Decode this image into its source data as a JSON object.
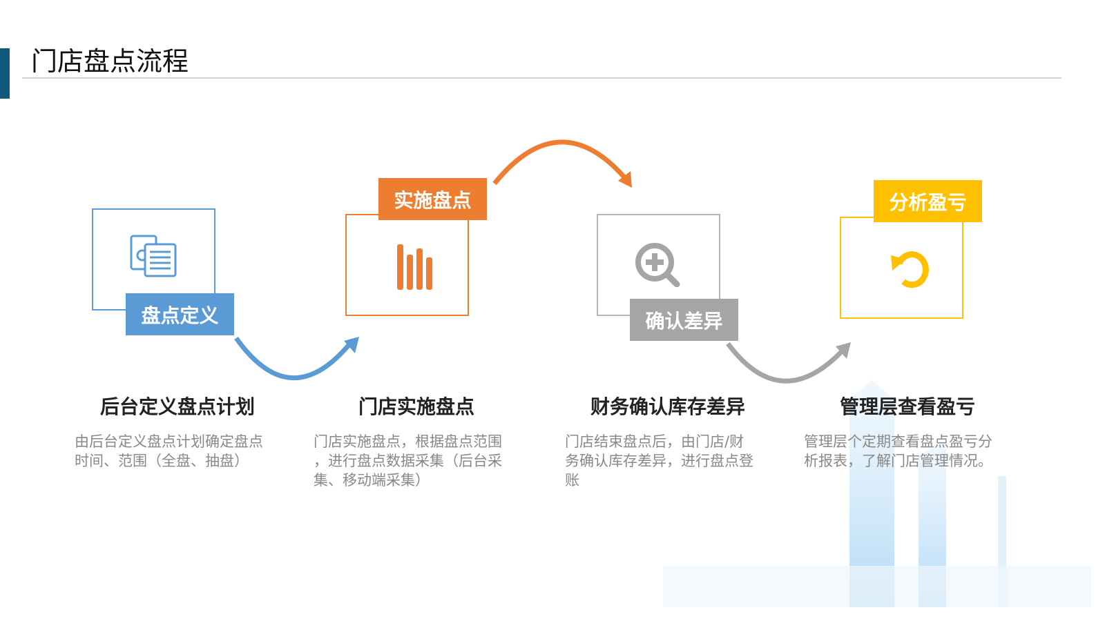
{
  "title": "门店盘点流程",
  "colors": {
    "blue": "#5b9bd5",
    "orange": "#ed7d31",
    "gray": "#a5a5a5",
    "yellow": "#ffc000"
  },
  "steps": [
    {
      "tag": "盘点定义",
      "icon": "settings-document-icon",
      "heading": "后台定义盘点计划",
      "desc": [
        "由后台定义盘点计划确定盘点",
        "时间、范围（全盘、抽盘）"
      ]
    },
    {
      "tag": "实施盘点",
      "icon": "bar-chart-icon",
      "heading": "门店实施盘点",
      "desc": [
        "门店实施盘点，根据盘点范围",
        "，进行盘点数据采集（后台采",
        "集、移动端采集）"
      ]
    },
    {
      "tag": "确认差异",
      "icon": "zoom-in-icon",
      "heading": "财务确认库存差异",
      "desc": [
        "门店结束盘点后，由门店/财",
        "务确认库存差异，进行盘点登",
        "账"
      ]
    },
    {
      "tag": "分析盈亏",
      "icon": "refresh-icon",
      "heading": "管理层查看盈亏",
      "desc": [
        "管理层个定期查看盘点盈亏分",
        "析报表，了解门店管理情况。"
      ]
    }
  ]
}
